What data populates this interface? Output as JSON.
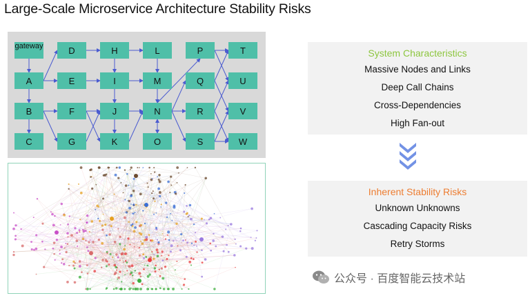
{
  "title": "Large-Scale Microservice Architecture Stability Risks",
  "graph": {
    "nodes": [
      {
        "id": "gw",
        "label": "gateway"
      },
      {
        "id": "A",
        "label": "A"
      },
      {
        "id": "B",
        "label": "B"
      },
      {
        "id": "C",
        "label": "C"
      },
      {
        "id": "D",
        "label": "D"
      },
      {
        "id": "E",
        "label": "E"
      },
      {
        "id": "F",
        "label": "F"
      },
      {
        "id": "G",
        "label": "G"
      },
      {
        "id": "H",
        "label": "H"
      },
      {
        "id": "I",
        "label": "I"
      },
      {
        "id": "J",
        "label": "J"
      },
      {
        "id": "K",
        "label": "K"
      },
      {
        "id": "L",
        "label": "L"
      },
      {
        "id": "M",
        "label": "M"
      },
      {
        "id": "N",
        "label": "N"
      },
      {
        "id": "O",
        "label": "O"
      },
      {
        "id": "P",
        "label": "P"
      },
      {
        "id": "Q",
        "label": "Q"
      },
      {
        "id": "R",
        "label": "R"
      },
      {
        "id": "S",
        "label": "S"
      },
      {
        "id": "T",
        "label": "T"
      },
      {
        "id": "U",
        "label": "U"
      },
      {
        "id": "V",
        "label": "V"
      },
      {
        "id": "W",
        "label": "W"
      }
    ],
    "edges": [
      [
        "gw",
        "A"
      ],
      [
        "A",
        "B"
      ],
      [
        "B",
        "C"
      ],
      [
        "A",
        "D"
      ],
      [
        "A",
        "E"
      ],
      [
        "B",
        "F"
      ],
      [
        "B",
        "G"
      ],
      [
        "D",
        "H"
      ],
      [
        "E",
        "I"
      ],
      [
        "F",
        "J"
      ],
      [
        "G",
        "J"
      ],
      [
        "H",
        "L"
      ],
      [
        "H",
        "I"
      ],
      [
        "I",
        "J"
      ],
      [
        "I",
        "M"
      ],
      [
        "J",
        "K"
      ],
      [
        "J",
        "N"
      ],
      [
        "K",
        "N"
      ],
      [
        "L",
        "M"
      ],
      [
        "M",
        "N"
      ],
      [
        "N",
        "O"
      ],
      [
        "N",
        "P"
      ],
      [
        "N",
        "Q"
      ],
      [
        "N",
        "R"
      ],
      [
        "N",
        "S"
      ],
      [
        "P",
        "T"
      ],
      [
        "P",
        "U"
      ],
      [
        "Q",
        "T"
      ],
      [
        "Q",
        "V"
      ],
      [
        "R",
        "U"
      ],
      [
        "R",
        "W"
      ],
      [
        "S",
        "V"
      ],
      [
        "S",
        "W"
      ],
      [
        "F",
        "K"
      ],
      [
        "O",
        "N"
      ]
    ],
    "edge_color": "#4a5bd0"
  },
  "topology": {
    "cluster_colors": [
      "#e83d3d",
      "#3cae3c",
      "#6b4a2e",
      "#3b6fd6",
      "#e5a020",
      "#c84fc8",
      "#d86a6a",
      "#9a7adf"
    ]
  },
  "characteristics": {
    "heading": "System Characteristics",
    "items": [
      "Massive Nodes and Links",
      "Deep Call Chains",
      "Cross-Dependencies",
      "High Fan-out"
    ]
  },
  "risks": {
    "heading": "Inherent Stability Risks",
    "items": [
      "Unknown Unknowns",
      "Cascading Capacity Risks",
      "Retry Storms"
    ]
  },
  "watermark": {
    "text": "公众号 · 百度智能云技术站",
    "icon": "wechat-icon"
  },
  "colors": {
    "node_fill": "#4fbfa8",
    "characteristics_heading": "#8dc63f",
    "risks_heading": "#ed7d31",
    "arrow": "#5b7fe0"
  }
}
